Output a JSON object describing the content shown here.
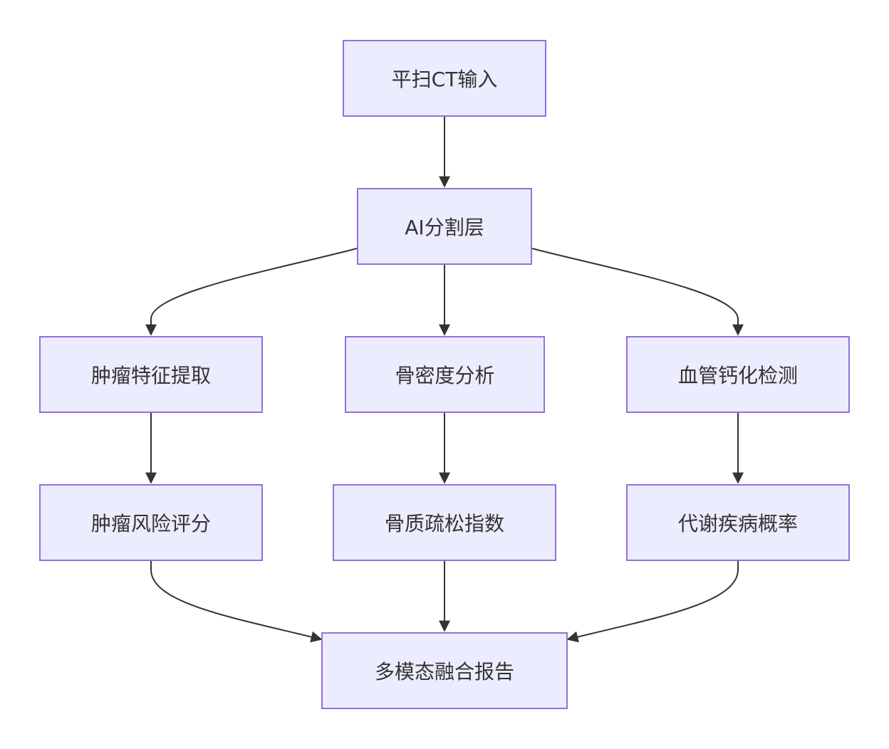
{
  "nodes": {
    "ct_input": "平扫CT输入",
    "ai_segmentation": "AI分割层",
    "tumor_features": "肿瘤特征提取",
    "bone_density": "骨密度分析",
    "vascular_calc": "血管钙化检测",
    "tumor_risk": "肿瘤风险评分",
    "osteoporosis": "骨质疏松指数",
    "metabolic": "代谢疾病概率",
    "report": "多模态融合报告"
  },
  "colors": {
    "node_fill": "#ECECFF",
    "node_border": "#9370DB",
    "edge": "#333333",
    "text": "#333333"
  }
}
